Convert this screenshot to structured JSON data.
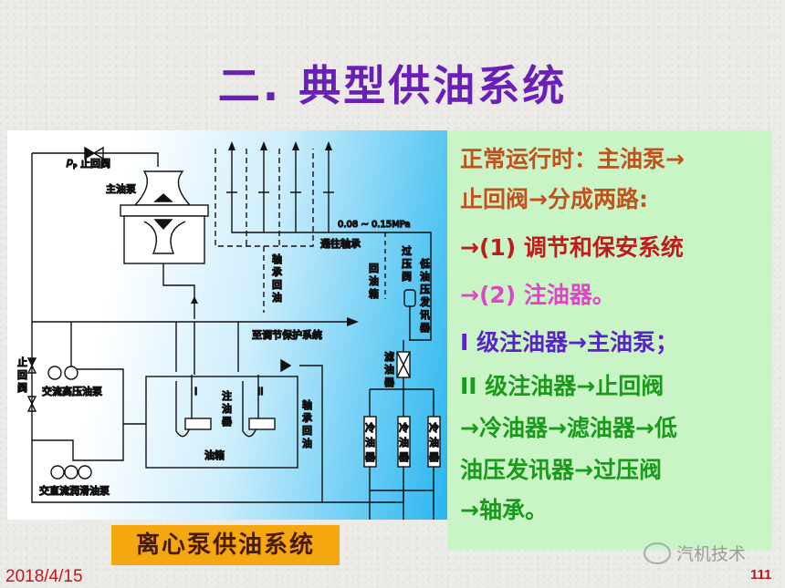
{
  "title": "二. 典型供油系统",
  "diagram": {
    "pp_check_valve": "p",
    "pp_sub": "P",
    "check_valve_top": "止回阀",
    "main_pump": "主油泵",
    "pressure": "0.08 ~ 0.15MPa",
    "to_bearing": "通往轴承",
    "bearing_return": [
      "轴",
      "承",
      "回",
      "油"
    ],
    "return_tank": [
      "回",
      "油",
      "箱"
    ],
    "relief_valve": [
      "过",
      "压",
      "阀"
    ],
    "low_pressure_switch": [
      "低",
      "油",
      "压",
      "发",
      "讯",
      "器"
    ],
    "to_regulation": "至调节保护系统",
    "check_valve_left": [
      "止",
      "回",
      "阀"
    ],
    "ac_hp_pump": "交流高压油泵",
    "acdc_lube_pump": "交直流润滑油泵",
    "injector_1": "I",
    "injector_2": "II",
    "injector": [
      "注",
      "油",
      "器"
    ],
    "oil_tank": "油箱",
    "bearing_return_2": [
      "轴",
      "承",
      "回",
      "油"
    ],
    "filter": [
      "滤",
      "油",
      "器"
    ],
    "cooler": [
      "冷",
      "油",
      "器"
    ]
  },
  "panel": {
    "lines": [
      {
        "text": "正常运行时：主油泵→",
        "color": "#c0521e"
      },
      {
        "text": "止回阀→分成两路:",
        "color": "#c0521e"
      },
      {
        "text": "→(1) 调节和保安系统",
        "color": "#c01a1a"
      },
      {
        "text": "→(2) 注油器。",
        "color": "#e045c8"
      },
      {
        "text": " I 级注油器→主油泵；",
        "color": "#5a22c8"
      },
      {
        "text": " II 级注油器→止回阀",
        "color": "#1a9a1a"
      },
      {
        "text": "→冷油器→滤油器→低",
        "color": "#1a9a1a"
      },
      {
        "text": "油压发讯器→过压阀",
        "color": "#1a9a1a"
      },
      {
        "text": "→轴承。",
        "color": "#1a9a1a"
      }
    ]
  },
  "caption": "离心泵供油系统",
  "date": "2018/4/15",
  "page_number": "111",
  "watermark": "汽机技术"
}
